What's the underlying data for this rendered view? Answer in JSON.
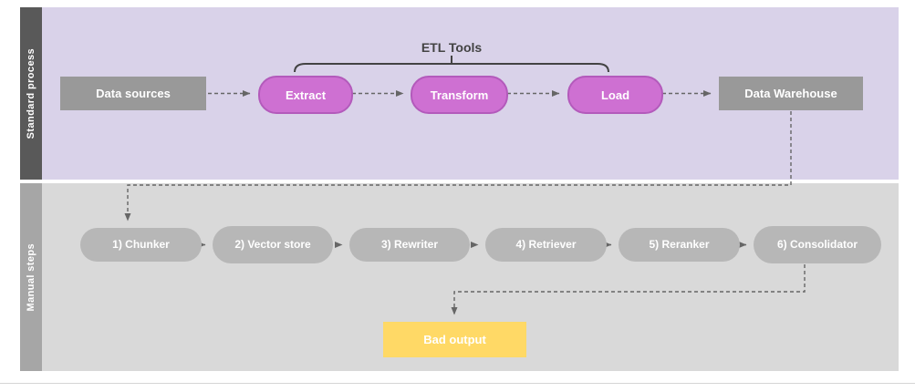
{
  "lanes": {
    "standard": {
      "label": "Standard process"
    },
    "manual": {
      "label": "Manual steps"
    }
  },
  "bracket": {
    "label": "ETL Tools"
  },
  "standard_nodes": [
    {
      "label": "Data sources"
    },
    {
      "label": "Extract"
    },
    {
      "label": "Transform"
    },
    {
      "label": "Load"
    },
    {
      "label": "Data Warehouse"
    }
  ],
  "manual_nodes": [
    {
      "label": "1) Chunker"
    },
    {
      "label": "2) Vector store"
    },
    {
      "label": "3) Rewriter"
    },
    {
      "label": "4) Retriever"
    },
    {
      "label": "5) Reranker"
    },
    {
      "label": "6) Consolidator"
    }
  ],
  "output": {
    "label": "Bad output"
  },
  "colors": {
    "standard_lane_bg": "#d9d2e9",
    "standard_strip_bg": "#595959",
    "manual_lane_bg": "#d9d9d9",
    "manual_strip_bg": "#a6a6a6",
    "etl_pill_fill": "#ce70d2",
    "etl_pill_border": "#b35abb",
    "gray_box_fill": "#999999",
    "gray_pill_fill": "#b7b7b7",
    "output_fill": "#ffd966",
    "arrow_color": "#666666",
    "bracket_color": "#434343"
  }
}
